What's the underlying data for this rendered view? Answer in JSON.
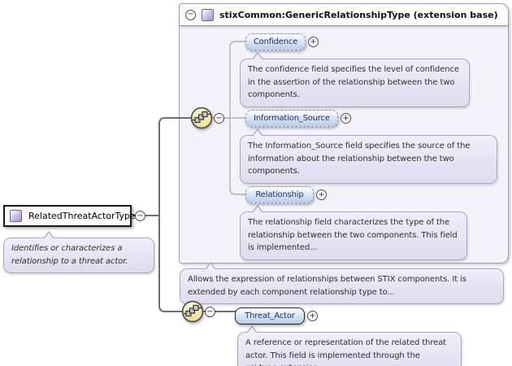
{
  "glyphs": {
    "collapse": "−",
    "expand": "+"
  },
  "root": {
    "name": "RelatedThreatActorType",
    "annotation": "Identifies or characterizes a relationship to a threat actor."
  },
  "extension": {
    "title": "stixCommon:GenericRelationshipType (extension base)",
    "annotation": "Allows the expression of relationships between STIX components. It is extended by each component relationship type to...",
    "elements": [
      {
        "name": "Confidence",
        "optional": true,
        "annotation": "The confidence field specifies the level of confidence in the assertion of the relationship between the two components."
      },
      {
        "name": "Information_Source",
        "optional": true,
        "annotation": "The Information_Source field specifies the source of the information about the relationship between the two components."
      },
      {
        "name": "Relationship",
        "optional": true,
        "annotation": "The relationship field characterizes the type of the relationship between the two components. This field is implemented..."
      }
    ]
  },
  "threat_actor": {
    "name": "Threat_Actor",
    "optional": false,
    "annotation": "A reference or representation of the related threat actor. This field is implemented through the xsi:type extension..."
  },
  "colors": {
    "panel_fill": "#f4f3fa",
    "panel_border": "#a49bc7",
    "pill_blue": "#b7cdeb",
    "annotation_fill": "#e9e7f4",
    "sequence_yellow": "#f2ecae",
    "type_icon_purple": "#a58fcd"
  }
}
